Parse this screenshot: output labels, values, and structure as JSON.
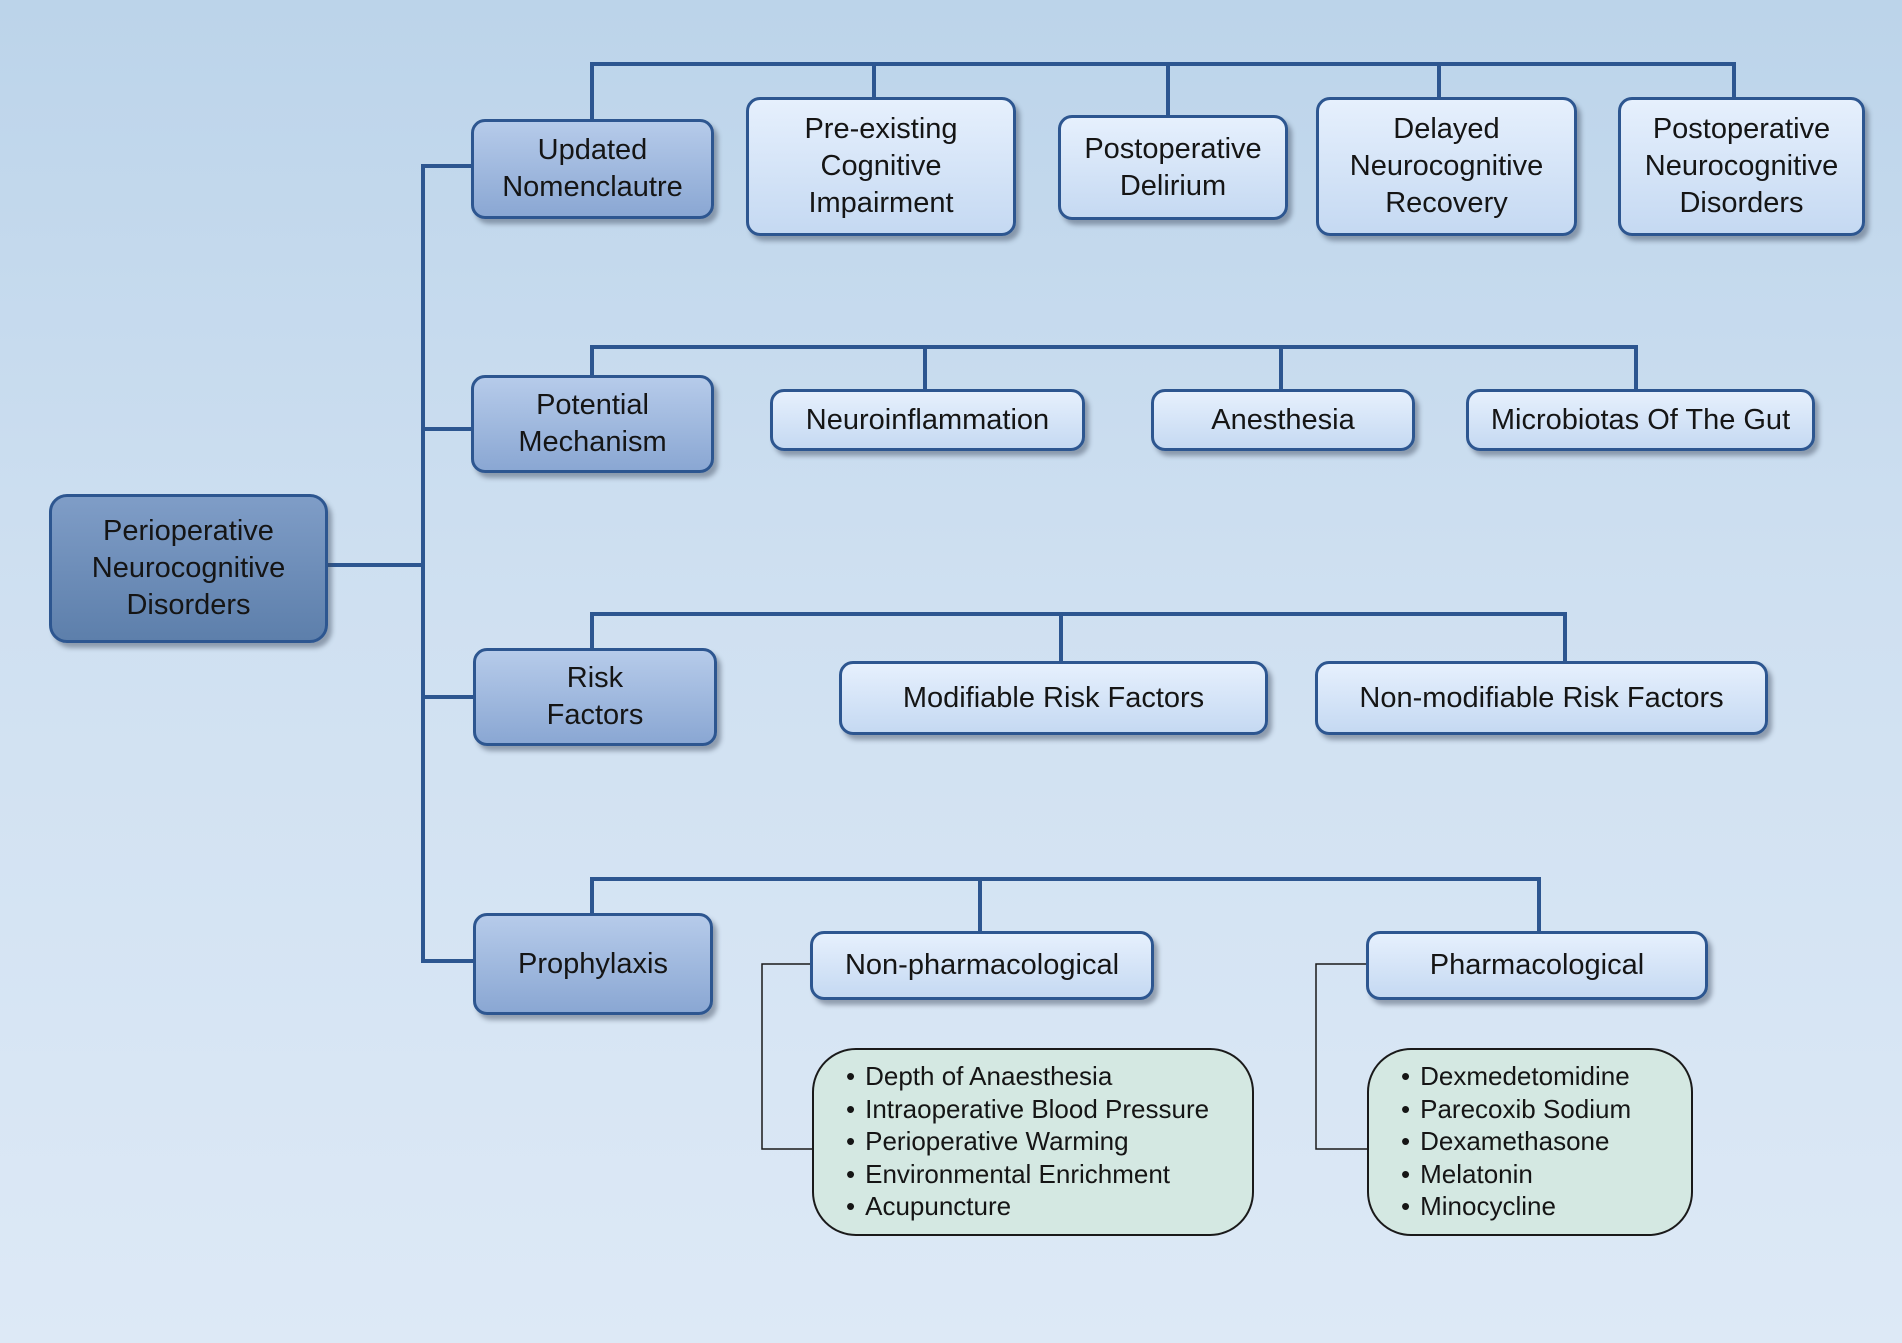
{
  "root": {
    "label": "Perioperative\nNeurocognitive\nDisorders"
  },
  "branches": {
    "nomenclature": {
      "label": "Updated\nNomenclautre",
      "children": [
        "Pre-existing\nCognitive\nImpairment",
        "Postoperative\nDelirium",
        "Delayed\nNeurocognitive\nRecovery",
        "Postoperative\nNeurocognitive\nDisorders"
      ]
    },
    "mechanism": {
      "label": "Potential\nMechanism",
      "children": [
        "Neuroinflammation",
        "Anesthesia",
        "Microbiotas Of The Gut"
      ]
    },
    "risk": {
      "label": "Risk\nFactors",
      "children": [
        "Modifiable Risk Factors",
        "Non-modifiable Risk Factors"
      ]
    },
    "prophylaxis": {
      "label": "Prophylaxis",
      "children": [
        "Non-pharmacological",
        "Pharmacological"
      ]
    }
  },
  "lists": {
    "non_pharmacological": [
      "Depth of Anaesthesia",
      "Intraoperative Blood Pressure",
      "Perioperative Warming",
      "Environmental Enrichment",
      "Acupuncture"
    ],
    "pharmacological": [
      "Dexmedetomidine",
      "Parecoxib Sodium",
      "Dexamethasone",
      "Melatonin",
      "Minocycline"
    ]
  },
  "colors": {
    "connector": "#2d5690",
    "list_fill": "#d4e8e2",
    "root_fill": "#6a89b6"
  }
}
